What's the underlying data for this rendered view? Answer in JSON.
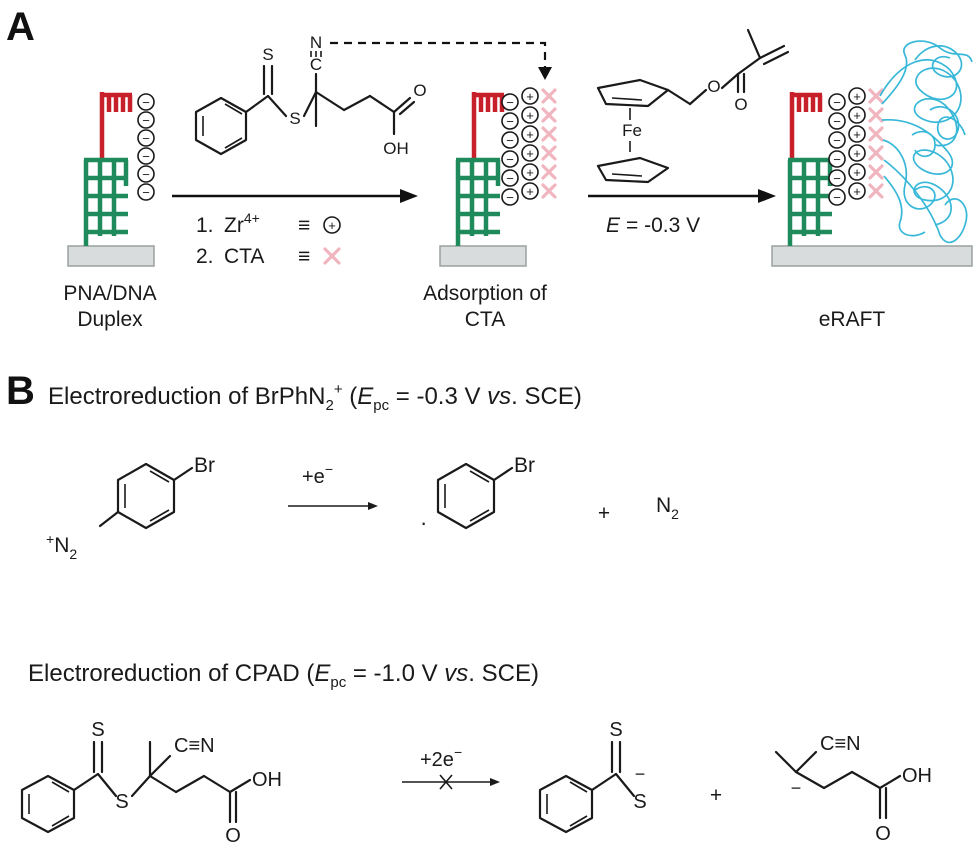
{
  "panel_a": {
    "label": "A",
    "duplex_label_line1": "PNA/DNA",
    "duplex_label_line2": "Duplex",
    "step1": "1.",
    "step1_species": "Zr",
    "step1_charge": "4+",
    "step1_equiv": "≡",
    "step2": "2.",
    "step2_species": "CTA",
    "step2_equiv": "≡",
    "adsorption_line1": "Adsorption of",
    "adsorption_line2": "CTA",
    "potential_symbol": "E",
    "potential_value": "= -0.3 V",
    "eraft_label": "eRAFT",
    "cta_atoms": {
      "s": "S",
      "s2": "S",
      "n": "N",
      "c": "C",
      "oh": "OH",
      "o": "O"
    },
    "monomer_atoms": {
      "fe": "Fe",
      "o1": "O",
      "o2": "O"
    },
    "plus_sign": "+",
    "minus_sign": "−"
  },
  "panel_b": {
    "label": "B",
    "title1_prefix": "Electroreduction of BrPhN",
    "title1_sub": "2",
    "title1_sup": "+",
    "title1_paren": " (",
    "title1_e": "E",
    "title1_esub": "pc",
    "title1_value": " = -0.3 V ",
    "title1_vs": "vs",
    "title1_end": ". SCE)",
    "reaction1": {
      "br1": "Br",
      "n2_sup": "+",
      "n2": "N",
      "n2_sub": "2",
      "electron": "+e",
      "electron_sup": "−",
      "br2": "Br",
      "radical_dot": "·",
      "plus": "+",
      "product_n": "N",
      "product_sub": "2"
    },
    "title2_prefix": "Electroreduction of CPAD (",
    "title2_e": "E",
    "title2_esub": "pc",
    "title2_value": " = -1.0 V ",
    "title2_vs": "vs",
    "title2_end": ". SCE)",
    "reaction2": {
      "s1": "S",
      "s2": "S",
      "cn1": "C≡N",
      "oh1": "OH",
      "o1": "O",
      "electrons": "+2e",
      "electrons_sup": "−",
      "s3": "S",
      "s4": "S",
      "minus1": "−",
      "plus": "+",
      "cn2": "C≡N",
      "minus2": "−",
      "oh2": "OH",
      "o2": "O"
    }
  },
  "colors": {
    "pna_strand": "#c8202a",
    "dna_strand": "#1f8a5c",
    "cta_cross": "#f0b5bf",
    "polymer": "#38b8d8",
    "electrode": "#d9dcdc"
  }
}
